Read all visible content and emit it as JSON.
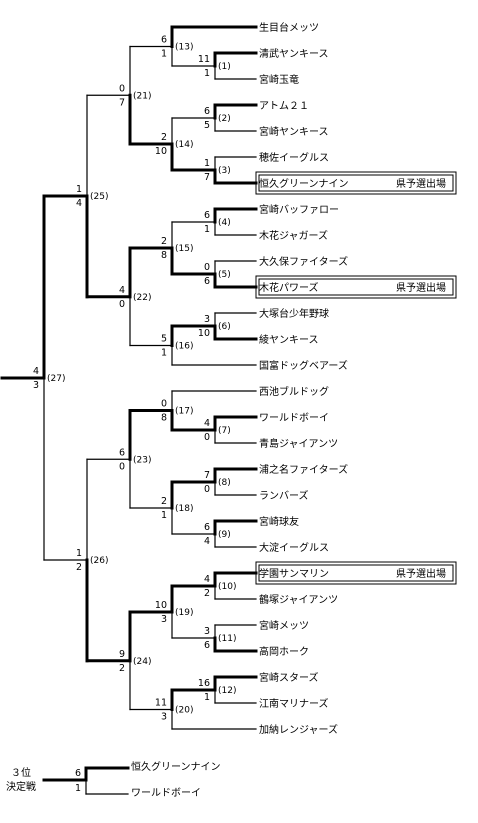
{
  "teams": [
    "生目台メッツ",
    "清武ヤンキース",
    "宮崎玉竜",
    "アトム２１",
    "宮崎ヤンキース",
    "穂佐イーグルス",
    "恒久グリーンナイン",
    "宮崎バッファロー",
    "木花ジャガーズ",
    "大久保ファイターズ",
    "木花パワーズ",
    "大塚台少年野球",
    "綾ヤンキース",
    "国富ドッグベアーズ",
    "西池ブルドッグ",
    "ワールドボーイ",
    "青島ジャイアンツ",
    "浦之名ファイターズ",
    "ランバーズ",
    "宮崎球友",
    "大淀イーグルス",
    "学園サンマリン",
    "鶴塚ジャイアンツ",
    "宮崎メッツ",
    "高岡ホーク",
    "宮崎スターズ",
    "江南マリナーズ",
    "加納レンジャーズ"
  ],
  "qualifier_label": "県予選出場",
  "matches": [
    {
      "label": "(1)",
      "top": "11",
      "bottom": "1"
    },
    {
      "label": "(2)",
      "top": "6",
      "bottom": "5"
    },
    {
      "label": "(3)",
      "top": "1",
      "bottom": "7"
    },
    {
      "label": "(4)",
      "top": "6",
      "bottom": "1"
    },
    {
      "label": "(5)",
      "top": "0",
      "bottom": "6"
    },
    {
      "label": "(6)",
      "top": "3",
      "bottom": "10"
    },
    {
      "label": "(7)",
      "top": "4",
      "bottom": "0"
    },
    {
      "label": "(8)",
      "top": "7",
      "bottom": "0"
    },
    {
      "label": "(9)",
      "top": "6",
      "bottom": "4"
    },
    {
      "label": "(10)",
      "top": "4",
      "bottom": "2"
    },
    {
      "label": "(11)",
      "top": "3",
      "bottom": "6"
    },
    {
      "label": "(12)",
      "top": "16",
      "bottom": "1"
    },
    {
      "label": "(13)",
      "top": "6",
      "bottom": "1"
    },
    {
      "label": "(14)",
      "top": "2",
      "bottom": "10"
    },
    {
      "label": "(15)",
      "top": "2",
      "bottom": "8"
    },
    {
      "label": "(16)",
      "top": "5",
      "bottom": "1"
    },
    {
      "label": "(17)",
      "top": "0",
      "bottom": "8"
    },
    {
      "label": "(18)",
      "top": "2",
      "bottom": "1"
    },
    {
      "label": "(19)",
      "top": "10",
      "bottom": "3"
    },
    {
      "label": "(20)",
      "top": "11",
      "bottom": "3"
    },
    {
      "label": "(21)",
      "top": "0",
      "bottom": "7"
    },
    {
      "label": "(22)",
      "top": "4",
      "bottom": "0"
    },
    {
      "label": "(23)",
      "top": "6",
      "bottom": "0"
    },
    {
      "label": "(24)",
      "top": "9",
      "bottom": "2"
    },
    {
      "label": "(25)",
      "top": "1",
      "bottom": "4"
    },
    {
      "label": "(26)",
      "top": "1",
      "bottom": "2"
    },
    {
      "label": "(27)",
      "top": "4",
      "bottom": "3"
    }
  ],
  "third_place": {
    "title_line1": "３位",
    "title_line2": "決定戦",
    "top_team": "恒久グリーンナイン",
    "bottom_team": "ワールドボーイ",
    "top_score": "6",
    "bottom_score": "1"
  }
}
